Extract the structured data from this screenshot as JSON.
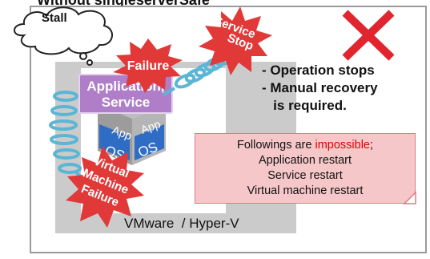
{
  "title": "Without singleserverSafe",
  "hypervisor_label": "VMware  / Hyper-V",
  "app_box": {
    "line1": "Application,",
    "line2": "Service"
  },
  "vm_tiles": {
    "app1": "App",
    "app2": "App",
    "os1": "OS",
    "os2": "OS"
  },
  "stall_label": "Stall",
  "bursts": {
    "failure": "Failure",
    "service_stop_1": "Service",
    "service_stop_2": "Stop",
    "vm_failure_1": "Virtual",
    "vm_failure_2": "Machine",
    "vm_failure_3": "Failure"
  },
  "status_message": {
    "line1": "- Operation stops",
    "line2": "- Manual recovery",
    "line3": "   is required."
  },
  "callout": {
    "prefix": "Followings are ",
    "emphasis": "impossible",
    "suffix": ";",
    "items": [
      "Application restart",
      "Service restart",
      "Virtual machine restart"
    ]
  },
  "colors": {
    "cross": "#e1252f",
    "burst": "#e13838",
    "app_box": "#b07ec8",
    "os_tile": "#2f6cc4",
    "app_tile": "#a7a7a7",
    "spiral": "#5bb6d6",
    "callout_fill": "#f6c7c9"
  },
  "icons": [
    "cross-icon",
    "cloud-icon",
    "spiral-icon",
    "burst-icon"
  ]
}
